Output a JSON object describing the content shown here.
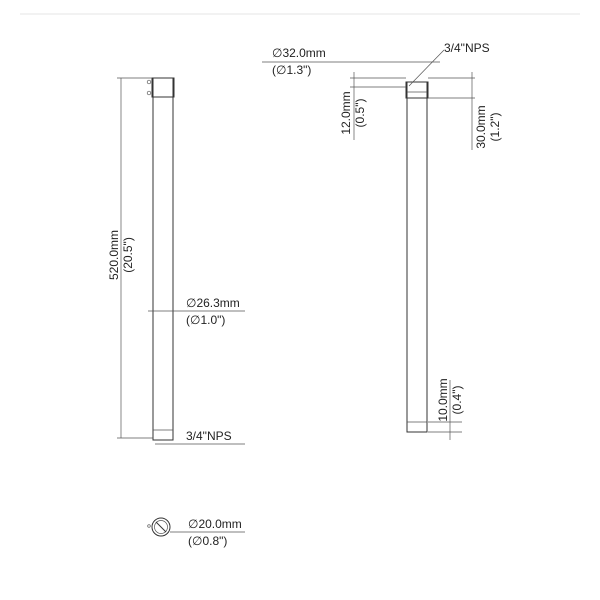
{
  "left_view": {
    "length_mm": "520.0mm",
    "length_in": "(20.5\")",
    "diameter_mm": "∅26.3mm",
    "diameter_in": "(∅1.0\")",
    "thread": "3/4\"NPS"
  },
  "right_view": {
    "cap_diameter_mm": "∅32.0mm",
    "cap_diameter_in": "(∅1.3\")",
    "thread": "3/4\"NPS",
    "cap_height_mm": "12.0mm",
    "cap_height_in": "(0.5\")",
    "top_length_mm": "30.0mm",
    "top_length_in": "(1.2\")",
    "bottom_length_mm": "10.0mm",
    "bottom_length_in": "(0.4\")"
  },
  "end_view": {
    "diameter_mm": "∅20.0mm",
    "diameter_in": "(∅0.8\")"
  }
}
